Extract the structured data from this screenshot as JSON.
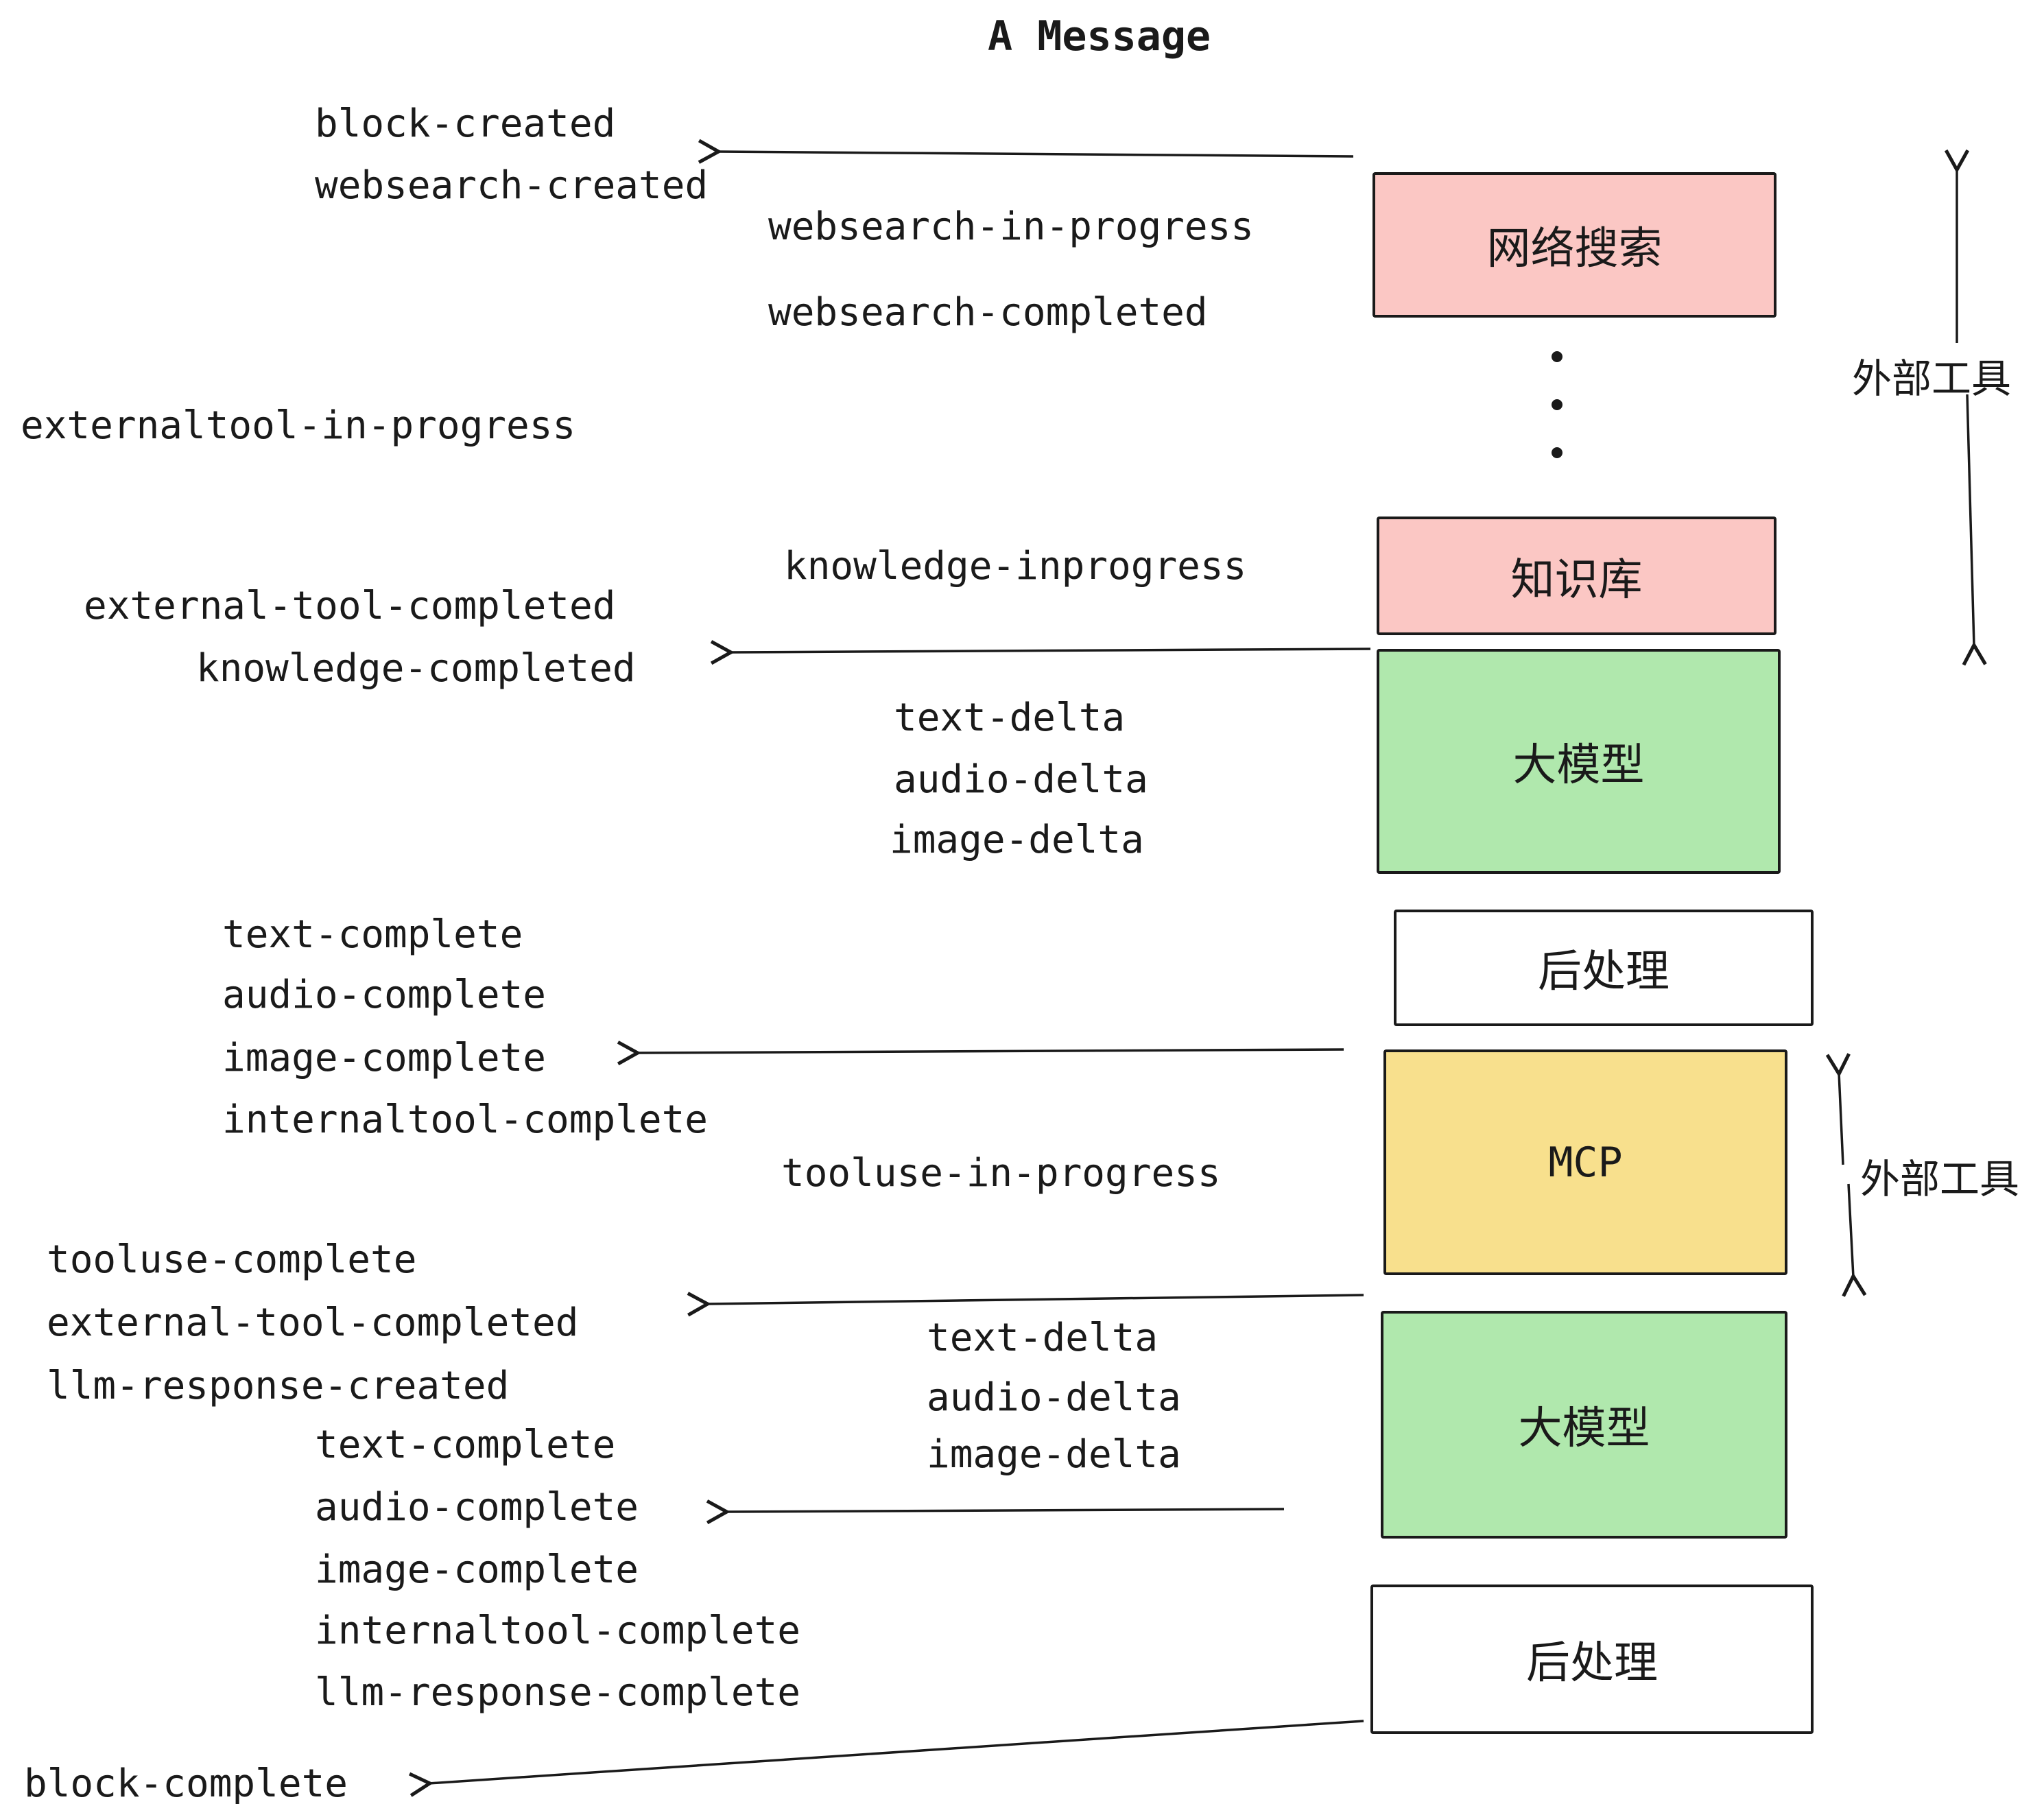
{
  "title": "A Message",
  "events": {
    "block_created": "block-created",
    "websearch_created": "websearch-created",
    "websearch_in_progress": "websearch-in-progress",
    "websearch_completed": "websearch-completed",
    "externaltool_in_progress": "externaltool-in-progress",
    "knowledge_inprogress": "knowledge-inprogress",
    "external_tool_completed": "external-tool-completed",
    "knowledge_completed": "knowledge-completed",
    "text_delta": "text-delta",
    "audio_delta": "audio-delta",
    "image_delta": "image-delta",
    "text_complete": "text-complete",
    "audio_complete": "audio-complete",
    "image_complete": "image-complete",
    "internaltool_complete": "internaltool-complete",
    "tooluse_in_progress": "tooluse-in-progress",
    "tooluse_complete": "tooluse-complete",
    "llm_response_created": "llm-response-created",
    "llm_response_complete": "llm-response-complete",
    "block_complete": "block-complete"
  },
  "boxes": {
    "websearch": {
      "label": "网络搜索",
      "fill": "#fbc7c4"
    },
    "knowledge": {
      "label": "知识库",
      "fill": "#fbc7c4"
    },
    "llm_top": {
      "label": "大模型",
      "fill": "#b0e8ad"
    },
    "post_top": {
      "label": "后处理",
      "fill": "#ffffff"
    },
    "mcp": {
      "label": "MCP",
      "fill": "#f8e08d"
    },
    "llm_bottom": {
      "label": "大模型",
      "fill": "#b0e8ad"
    },
    "post_bottom": {
      "label": "后处理",
      "fill": "#ffffff"
    }
  },
  "annotations": {
    "external_tools_top": "外部工具",
    "external_tools_bottom": "外部工具"
  }
}
